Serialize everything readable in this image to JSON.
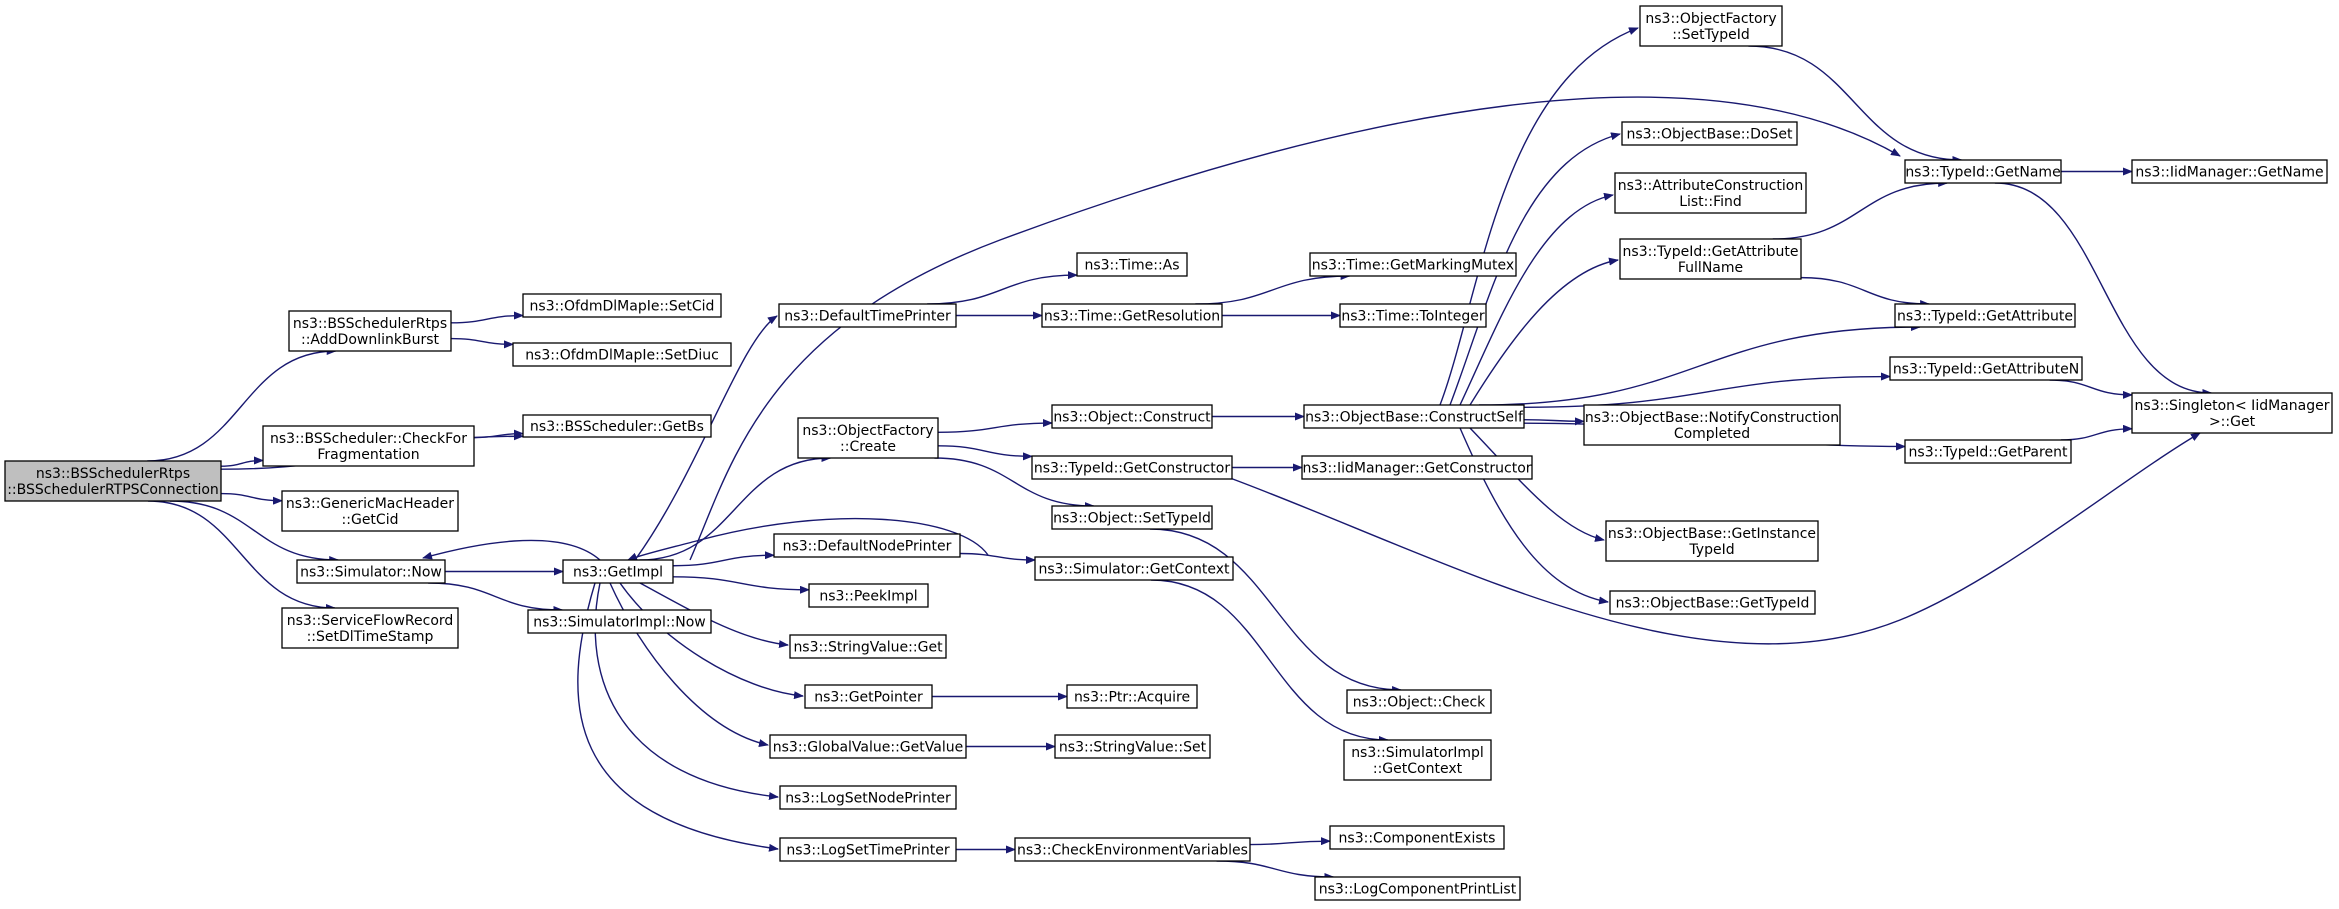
{
  "colors": {
    "node_fill": "#ffffff",
    "root_fill": "#bfbfbf",
    "normal_border": "#000000",
    "truncated_border": "#ff0000",
    "edge": "#191970"
  },
  "nodes": [
    {
      "id": "root",
      "lines": [
        "ns3::BSSchedulerRtps",
        "::BSSchedulerRTPSConnection"
      ],
      "root": true
    },
    {
      "id": "add_dl_burst",
      "lines": [
        "ns3::BSSchedulerRtps",
        "::AddDownlinkBurst"
      ]
    },
    {
      "id": "get_bs",
      "lines": [
        "ns3::BSScheduler::GetBs"
      ]
    },
    {
      "id": "check_frag",
      "lines": [
        "ns3::BSScheduler::CheckFor",
        "Fragmentation"
      ]
    },
    {
      "id": "get_cid",
      "lines": [
        "ns3::GenericMacHeader",
        "::GetCid"
      ]
    },
    {
      "id": "sim_now",
      "lines": [
        "ns3::Simulator::Now"
      ]
    },
    {
      "id": "set_dl_ts",
      "lines": [
        "ns3::ServiceFlowRecord",
        "::SetDlTimeStamp"
      ]
    },
    {
      "id": "set_cid",
      "lines": [
        "ns3::OfdmDlMapIe::SetCid"
      ]
    },
    {
      "id": "set_diuc",
      "lines": [
        "ns3::OfdmDlMapIe::SetDiuc"
      ]
    },
    {
      "id": "get_impl",
      "lines": [
        "ns3::GetImpl"
      ]
    },
    {
      "id": "simimpl_now",
      "lines": [
        "ns3::SimulatorImpl::Now"
      ]
    },
    {
      "id": "default_time_printer",
      "lines": [
        "ns3::DefaultTimePrinter"
      ]
    },
    {
      "id": "of_create",
      "lines": [
        "ns3::ObjectFactory",
        "::Create"
      ]
    },
    {
      "id": "default_node_printer",
      "lines": [
        "ns3::DefaultNodePrinter"
      ]
    },
    {
      "id": "peek_impl",
      "lines": [
        "ns3::PeekImpl"
      ]
    },
    {
      "id": "strval_get",
      "lines": [
        "ns3::StringValue::Get"
      ]
    },
    {
      "id": "get_pointer",
      "lines": [
        "ns3::GetPointer"
      ]
    },
    {
      "id": "gv_getvalue",
      "lines": [
        "ns3::GlobalValue::GetValue"
      ]
    },
    {
      "id": "log_set_node",
      "lines": [
        "ns3::LogSetNodePrinter"
      ]
    },
    {
      "id": "log_set_time",
      "lines": [
        "ns3::LogSetTimePrinter"
      ]
    },
    {
      "id": "time_as",
      "lines": [
        "ns3::Time::As"
      ]
    },
    {
      "id": "time_get_res",
      "lines": [
        "ns3::Time::GetResolution"
      ]
    },
    {
      "id": "obj_construct",
      "lines": [
        "ns3::Object::Construct"
      ]
    },
    {
      "id": "typeid_get_ctor",
      "lines": [
        "ns3::TypeId::GetConstructor"
      ]
    },
    {
      "id": "obj_set_typeid",
      "lines": [
        "ns3::Object::SetTypeId"
      ]
    },
    {
      "id": "sim_get_ctx",
      "lines": [
        "ns3::Simulator::GetContext"
      ]
    },
    {
      "id": "ptr_acquire",
      "lines": [
        "ns3::Ptr::Acquire"
      ]
    },
    {
      "id": "strval_set",
      "lines": [
        "ns3::StringValue::Set"
      ]
    },
    {
      "id": "check_env",
      "lines": [
        "ns3::CheckEnvironmentVariables"
      ]
    },
    {
      "id": "time_marking",
      "lines": [
        "ns3::Time::GetMarkingMutex"
      ]
    },
    {
      "id": "time_tointeger",
      "lines": [
        "ns3::Time::ToInteger"
      ],
      "truncated": true
    },
    {
      "id": "ob_construct_self",
      "lines": [
        "ns3::ObjectBase::ConstructSelf"
      ]
    },
    {
      "id": "iid_get_ctor",
      "lines": [
        "ns3::IidManager::GetConstructor"
      ],
      "truncated": true
    },
    {
      "id": "obj_check",
      "lines": [
        "ns3::Object::Check"
      ],
      "truncated": true
    },
    {
      "id": "simimpl_get_ctx",
      "lines": [
        "ns3::SimulatorImpl",
        "::GetContext"
      ]
    },
    {
      "id": "comp_exists",
      "lines": [
        "ns3::ComponentExists"
      ],
      "truncated": true
    },
    {
      "id": "log_comp_print",
      "lines": [
        "ns3::LogComponentPrintList"
      ],
      "truncated": true
    },
    {
      "id": "of_set_typeid",
      "lines": [
        "ns3::ObjectFactory",
        "::SetTypeId"
      ]
    },
    {
      "id": "ob_doset",
      "lines": [
        "ns3::ObjectBase::DoSet"
      ]
    },
    {
      "id": "acl_find",
      "lines": [
        "ns3::AttributeConstruction",
        "List::Find"
      ]
    },
    {
      "id": "typeid_get_attr_full",
      "lines": [
        "ns3::TypeId::GetAttribute",
        "FullName"
      ]
    },
    {
      "id": "ob_notify",
      "lines": [
        "ns3::ObjectBase::NotifyConstruction",
        "Completed"
      ]
    },
    {
      "id": "ob_get_instance",
      "lines": [
        "ns3::ObjectBase::GetInstance",
        "TypeId"
      ]
    },
    {
      "id": "ob_get_typeid",
      "lines": [
        "ns3::ObjectBase::GetTypeId"
      ],
      "truncated": true
    },
    {
      "id": "typeid_get_name",
      "lines": [
        "ns3::TypeId::GetName"
      ]
    },
    {
      "id": "typeid_get_attr",
      "lines": [
        "ns3::TypeId::GetAttribute"
      ]
    },
    {
      "id": "typeid_get_attr_n",
      "lines": [
        "ns3::TypeId::GetAttributeN"
      ],
      "truncated": true
    },
    {
      "id": "typeid_get_parent",
      "lines": [
        "ns3::TypeId::GetParent"
      ],
      "truncated": true
    },
    {
      "id": "iid_get_name",
      "lines": [
        "ns3::IidManager::GetName"
      ],
      "truncated": true
    },
    {
      "id": "singleton_get",
      "lines": [
        "ns3::Singleton< IidManager",
        ">::Get"
      ]
    }
  ],
  "edges": [
    [
      "root",
      "add_dl_burst"
    ],
    [
      "root",
      "get_bs"
    ],
    [
      "root",
      "check_frag"
    ],
    [
      "root",
      "get_cid"
    ],
    [
      "root",
      "sim_now"
    ],
    [
      "root",
      "set_dl_ts"
    ],
    [
      "add_dl_burst",
      "set_cid"
    ],
    [
      "add_dl_burst",
      "set_diuc"
    ],
    [
      "check_frag",
      "get_bs"
    ],
    [
      "sim_now",
      "get_impl"
    ],
    [
      "sim_now",
      "simimpl_now"
    ],
    [
      "get_impl",
      "sim_now"
    ],
    [
      "get_impl",
      "default_time_printer"
    ],
    [
      "get_impl",
      "of_create"
    ],
    [
      "get_impl",
      "default_node_printer"
    ],
    [
      "get_impl",
      "peek_impl"
    ],
    [
      "get_impl",
      "strval_get"
    ],
    [
      "get_impl",
      "get_pointer"
    ],
    [
      "get_impl",
      "gv_getvalue"
    ],
    [
      "get_impl",
      "log_set_node"
    ],
    [
      "get_impl",
      "log_set_time"
    ],
    [
      "get_impl",
      "typeid_get_name"
    ],
    [
      "sim_get_ctx",
      "get_impl"
    ],
    [
      "default_time_printer",
      "time_as"
    ],
    [
      "default_time_printer",
      "time_get_res"
    ],
    [
      "time_get_res",
      "time_marking"
    ],
    [
      "time_get_res",
      "time_tointeger"
    ],
    [
      "of_create",
      "obj_construct"
    ],
    [
      "of_create",
      "typeid_get_ctor"
    ],
    [
      "of_create",
      "obj_set_typeid"
    ],
    [
      "obj_construct",
      "ob_construct_self"
    ],
    [
      "typeid_get_ctor",
      "iid_get_ctor"
    ],
    [
      "typeid_get_ctor",
      "singleton_get"
    ],
    [
      "obj_set_typeid",
      "obj_check"
    ],
    [
      "default_node_printer",
      "sim_get_ctx"
    ],
    [
      "sim_get_ctx",
      "simimpl_get_ctx"
    ],
    [
      "get_pointer",
      "ptr_acquire"
    ],
    [
      "gv_getvalue",
      "strval_set"
    ],
    [
      "log_set_time",
      "check_env"
    ],
    [
      "check_env",
      "comp_exists"
    ],
    [
      "check_env",
      "log_comp_print"
    ],
    [
      "ob_construct_self",
      "of_set_typeid"
    ],
    [
      "ob_construct_self",
      "ob_doset"
    ],
    [
      "ob_construct_self",
      "acl_find"
    ],
    [
      "ob_construct_self",
      "typeid_get_attr_full"
    ],
    [
      "ob_construct_self",
      "typeid_get_attr"
    ],
    [
      "ob_construct_self",
      "typeid_get_attr_n"
    ],
    [
      "ob_construct_self",
      "ob_notify"
    ],
    [
      "ob_construct_self",
      "typeid_get_parent"
    ],
    [
      "ob_construct_self",
      "ob_get_instance"
    ],
    [
      "ob_construct_self",
      "ob_get_typeid"
    ],
    [
      "of_set_typeid",
      "typeid_get_name"
    ],
    [
      "typeid_get_attr_full",
      "typeid_get_name"
    ],
    [
      "typeid_get_attr_full",
      "typeid_get_attr"
    ],
    [
      "typeid_get_name",
      "iid_get_name"
    ],
    [
      "typeid_get_name",
      "singleton_get"
    ],
    [
      "typeid_get_attr_n",
      "singleton_get"
    ],
    [
      "typeid_get_parent",
      "singleton_get"
    ]
  ]
}
